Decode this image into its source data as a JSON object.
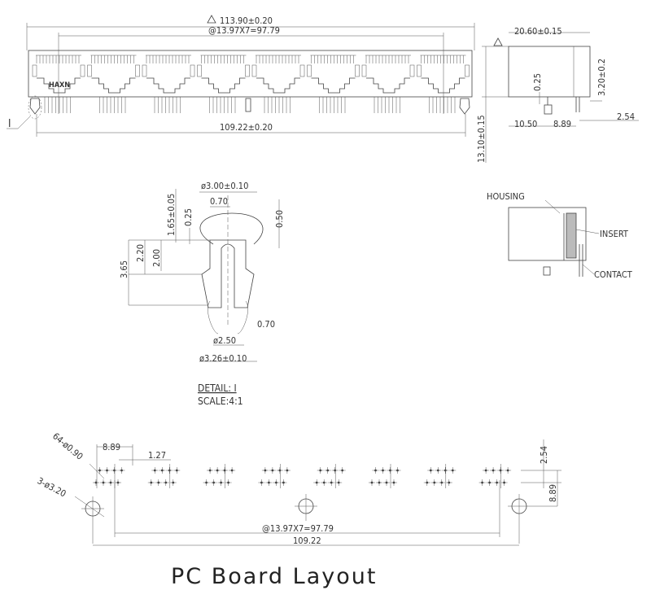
{
  "front_view": {
    "overall_length": "113.90±0.20",
    "port_pitch": "@13.97X7=97.79",
    "peg_spacing": "109.22±0.20",
    "brand_mark": "HAXN",
    "detail_callout": "I",
    "port_count": 8
  },
  "side_view": {
    "depth": "20.60±0.15",
    "height": "13.10±0.15",
    "top_offset": "3.20±0.2",
    "small_offset": "0.25",
    "pin_offset_a": "10.50",
    "pin_offset_b": "8.89",
    "pin_pitch": "2.54"
  },
  "detail": {
    "outer_dia": "ø3.00±0.10",
    "slot_width": "0.70",
    "tip_height": "1.65±0.05",
    "tip_gap": "0.25",
    "lip": "0.50",
    "shoulder_height": "2.20",
    "body_height": "2.00",
    "total_height": "3.65",
    "slot_width_bottom": "0.70",
    "inner_dia": "ø2.50",
    "base_dia": "ø3.26±0.10",
    "label": "DETAIL:  I",
    "scale": "SCALE:4:1"
  },
  "section_labels": {
    "housing": "HOUSING",
    "insert": "INSERT",
    "contact": "CONTACT"
  },
  "pcb_layout": {
    "title": "PC Board Layout",
    "pin_holes": "64-ø0.90",
    "mount_holes": "3-ø3.20",
    "group_width": "8.89",
    "pin_pitch_half": "1.27",
    "row_pitch": "2.54",
    "hole_offset": "8.89",
    "port_pitch": "@13.97X7=97.79",
    "hole_spacing": "109.22"
  }
}
